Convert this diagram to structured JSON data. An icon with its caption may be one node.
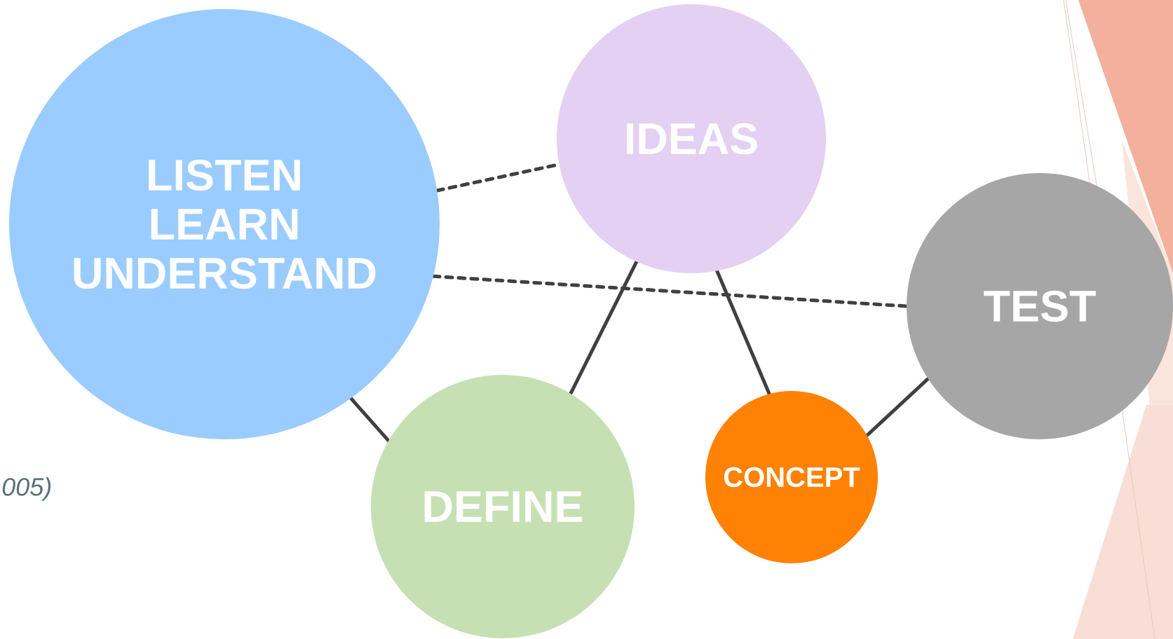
{
  "diagram": {
    "nodes": [
      {
        "text": [
          "LISTEN LEARN UNDERSTAND"
        ]
      },
      {
        "text": [
          "IDEAS"
        ]
      },
      {
        "text": [
          "TEST"
        ]
      },
      {
        "text": [
          "DEFINE"
        ]
      },
      {
        "text": [
          "CONCEPT"
        ]
      }
    ],
    "edges": [
      {
        "from": 0,
        "to": 1,
        "arrow": "none",
        "style": "dashed"
      },
      {
        "from": 0,
        "to": 2,
        "arrow": "none",
        "style": "dashed"
      },
      {
        "from": 0,
        "to": 3,
        "arrow": "none"
      },
      {
        "from": 3,
        "to": 1,
        "arrow": "none"
      },
      {
        "from": 1,
        "to": 4,
        "arrow": "none"
      },
      {
        "from": 4,
        "to": 2,
        "arrow": "none"
      }
    ],
    "labels": [
      "005)"
    ]
  }
}
